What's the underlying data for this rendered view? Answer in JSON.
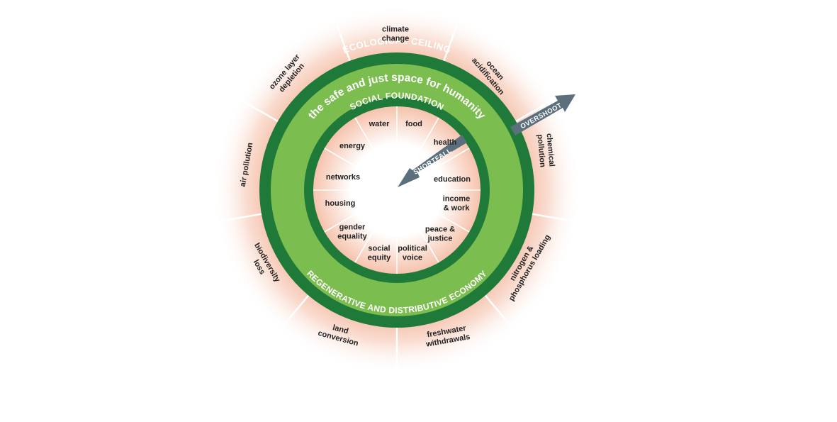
{
  "diagram": {
    "outer_labels": [
      {
        "id": "climate-change",
        "lines": [
          "climate",
          "change"
        ]
      },
      {
        "id": "ocean-acidification",
        "lines": [
          "ocean",
          "acidification"
        ]
      },
      {
        "id": "chemical-pollution",
        "lines": [
          "chemical",
          "pollution"
        ]
      },
      {
        "id": "nitrogen-phosphorus-loading",
        "lines": [
          "nitrogen &",
          "phosphorus loading"
        ]
      },
      {
        "id": "freshwater-withdrawals",
        "lines": [
          "freshwater",
          "withdrawals"
        ]
      },
      {
        "id": "land-conversion",
        "lines": [
          "land",
          "conversion"
        ]
      },
      {
        "id": "biodiversity-loss",
        "lines": [
          "biodiversity",
          "loss"
        ]
      },
      {
        "id": "air-pollution",
        "lines": [
          "air pollution"
        ]
      },
      {
        "id": "ozone-layer-depletion",
        "lines": [
          "ozone layer",
          "depletion"
        ]
      }
    ],
    "inner_labels": [
      {
        "id": "water",
        "lines": [
          "water"
        ]
      },
      {
        "id": "food",
        "lines": [
          "food"
        ]
      },
      {
        "id": "health",
        "lines": [
          "health"
        ]
      },
      {
        "id": "education",
        "lines": [
          "education"
        ]
      },
      {
        "id": "income-work",
        "lines": [
          "income",
          "& work"
        ]
      },
      {
        "id": "peace-justice",
        "lines": [
          "peace &",
          "justice"
        ]
      },
      {
        "id": "political-voice",
        "lines": [
          "political",
          "voice"
        ]
      },
      {
        "id": "social-equity",
        "lines": [
          "social",
          "equity"
        ]
      },
      {
        "id": "gender-equality",
        "lines": [
          "gender",
          "equality"
        ]
      },
      {
        "id": "housing",
        "lines": [
          "housing"
        ]
      },
      {
        "id": "networks",
        "lines": [
          "networks"
        ]
      },
      {
        "id": "energy",
        "lines": [
          "energy"
        ]
      }
    ],
    "ecological_ceiling": "ECOLOGICAL CEILING",
    "safe_space": "the safe and just space for humanity",
    "social_foundation": "SOCIAL FOUNDATION",
    "regenerative_economy": "REGENERATIVE AND DISTRIBUTIVE ECONOMY",
    "overshoot": "OVERSHOOT",
    "shortfall": "SHORTFALL",
    "colors": {
      "dark_green": "#1f7a3a",
      "light_green": "#7bbd4e",
      "arrow": "#5c6f7c",
      "halo": "#f3b39a"
    }
  }
}
